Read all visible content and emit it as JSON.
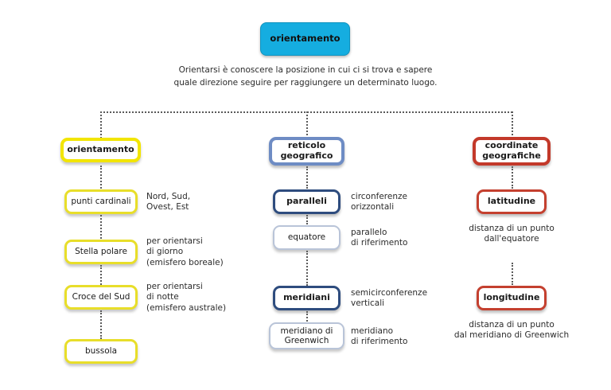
{
  "root": {
    "label": "orientamento",
    "color": "#15ADE0"
  },
  "intro": {
    "text": "Orientarsi è conoscere la posizione in cui ci si trova e sapere\nquale direzione seguire per raggiungere un determinato luogo."
  },
  "branches": [
    {
      "key": "orientamento",
      "accent": "#F2E500",
      "head": {
        "label": "orientamento"
      },
      "nodes": [
        {
          "label": "punti cardinali",
          "annotation": "Nord, Sud,\nOvest, Est"
        },
        {
          "label": "Stella polare",
          "annotation": "per orientarsi\ndi giorno\n(emisfero boreale)"
        },
        {
          "label": "Croce del Sud",
          "annotation": "per orientarsi\ndi notte\n(emisfero australe)"
        },
        {
          "label": "bussola",
          "annotation": ""
        }
      ]
    },
    {
      "key": "reticolo-geografico",
      "accent": "#6E8CC4",
      "head": {
        "label": "reticolo\ngeografico"
      },
      "nodes": [
        {
          "label": "paralleli",
          "annotation": "circonferenze\norizzontali"
        },
        {
          "label": "equatore",
          "annotation": "parallelo\ndi riferimento"
        },
        {
          "label": "meridiani",
          "annotation": "semicirconferenze\nverticali"
        },
        {
          "label": "meridiano di\nGreenwich",
          "annotation": "meridiano\ndi riferimento"
        }
      ]
    },
    {
      "key": "coordinate-geografiche",
      "accent": "#C3392A",
      "head": {
        "label": "coordinate\ngeografiche"
      },
      "nodes": [
        {
          "label": "latitudine",
          "annotation": "distanza di un punto\ndall'equatore"
        },
        {
          "label": "longitudine",
          "annotation": "distanza di un punto\ndal meridiano di Greenwich"
        }
      ]
    }
  ]
}
